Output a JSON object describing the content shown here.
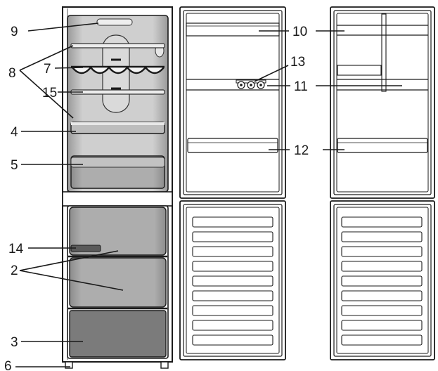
{
  "callouts": {
    "c2": "2",
    "c3": "3",
    "c4": "4",
    "c5": "5",
    "c6": "6",
    "c7": "7",
    "c8": "8",
    "c9": "9",
    "c10": "10",
    "c11": "11",
    "c12": "12",
    "c13": "13",
    "c14": "14",
    "c15": "15"
  },
  "colors": {
    "outline": "#1a1a1a",
    "fridge_interior": "#c8c8c8",
    "drawer_fill": "#a6a6a6",
    "bottom_drawer": "#7b7b7b"
  }
}
